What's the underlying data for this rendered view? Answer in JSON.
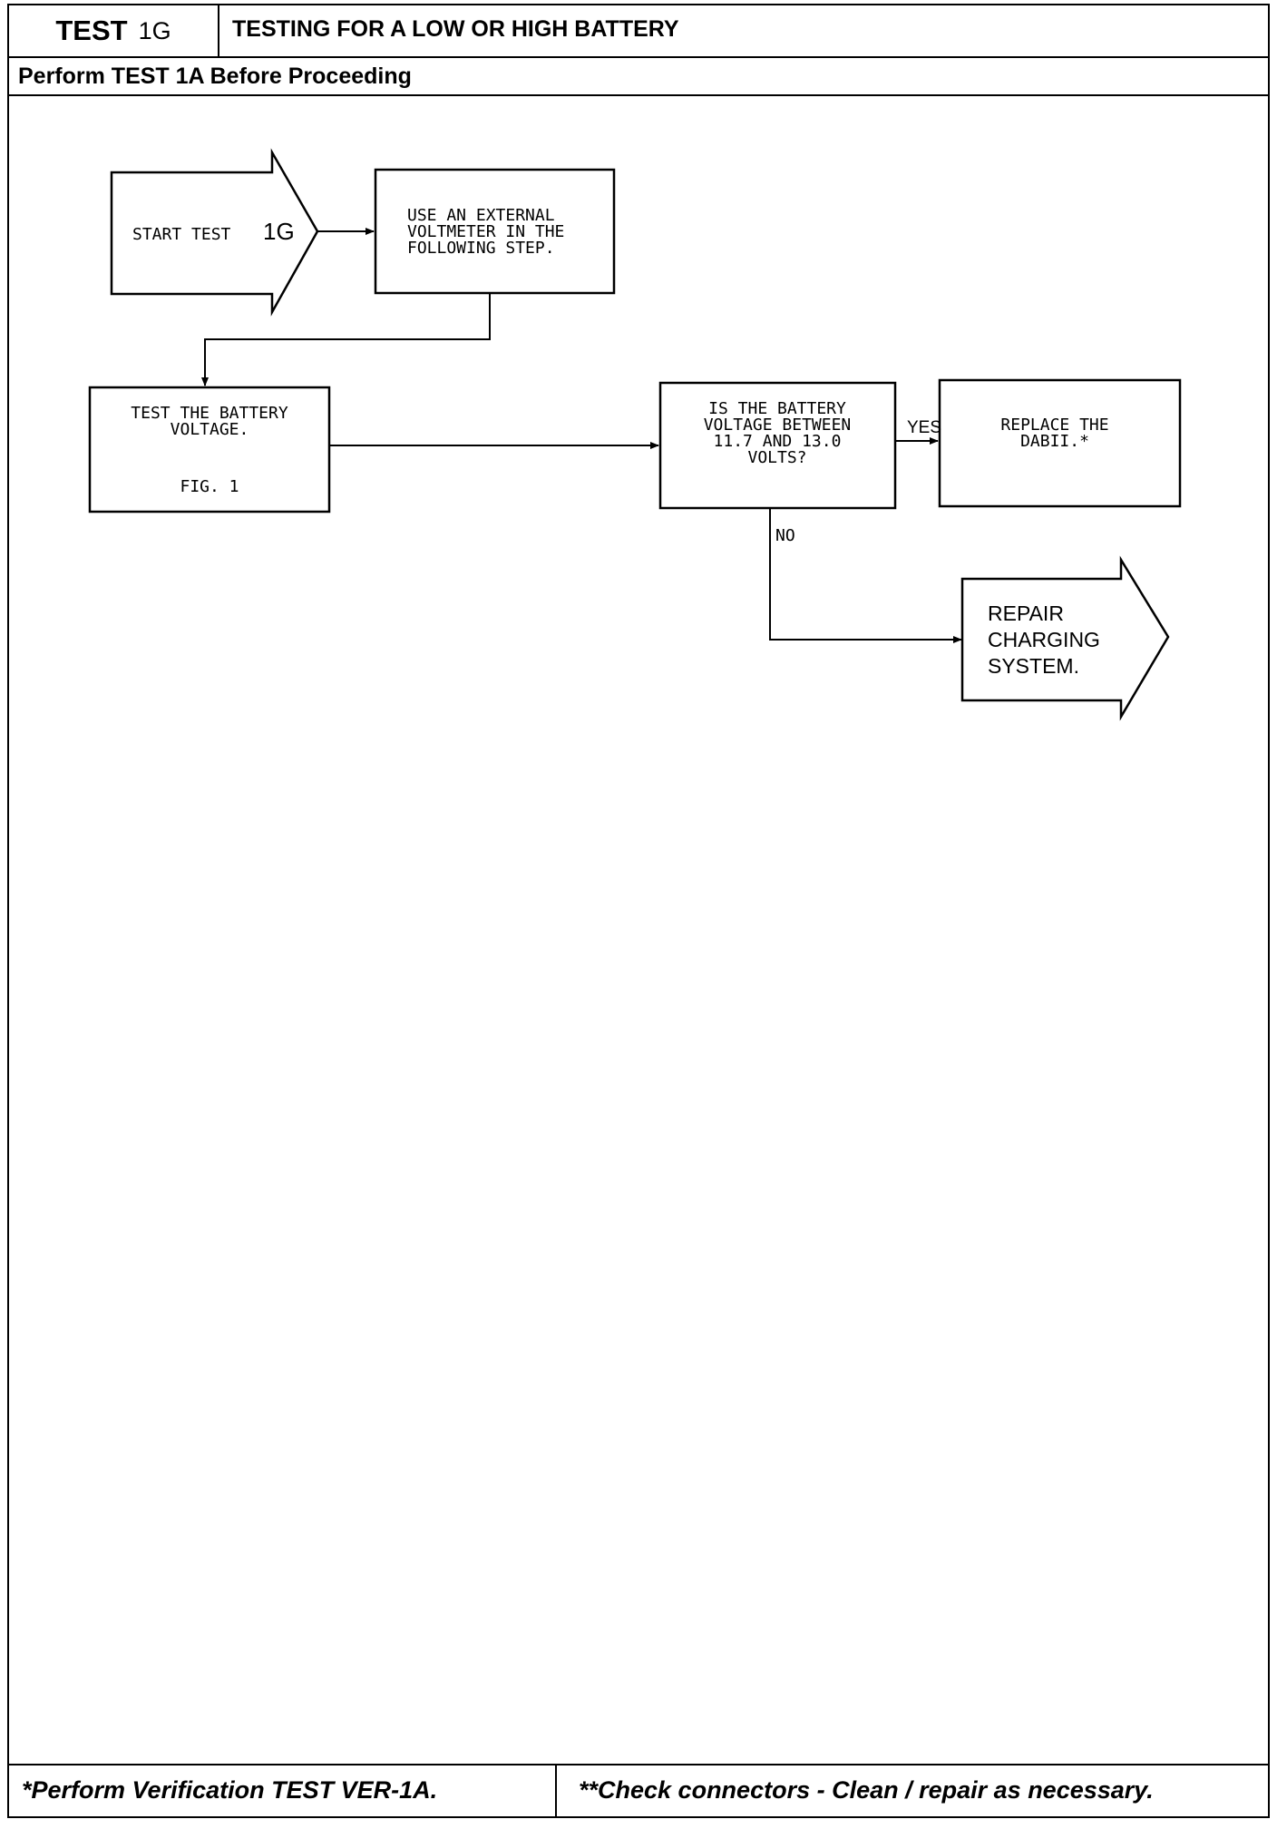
{
  "header": {
    "test_label": "TEST",
    "test_number": "1G",
    "title": "TESTING FOR A LOW OR HIGH BATTERY",
    "prerequisite": "Perform TEST 1A Before Proceeding"
  },
  "flowchart": {
    "start": {
      "text": "START TEST",
      "number": "1G"
    },
    "step_external_voltmeter": [
      "USE AN EXTERNAL",
      "VOLTMETER IN THE",
      "FOLLOWING STEP."
    ],
    "step_test_battery": [
      "TEST THE BATTERY",
      "VOLTAGE."
    ],
    "step_test_battery_fig": "FIG. 1",
    "decision_voltage": [
      "IS THE BATTERY",
      "VOLTAGE BETWEEN",
      "11.7 AND 13.0",
      "VOLTS?"
    ],
    "yes_label": "YES",
    "no_label": "NO",
    "result_replace": [
      "REPLACE THE",
      "DABII.*"
    ],
    "result_repair": [
      "REPAIR",
      "CHARGING",
      "SYSTEM."
    ]
  },
  "footer": {
    "left_note": "*Perform Verification TEST VER-1A.",
    "right_note": "**Check connectors - Clean / repair as necessary."
  }
}
